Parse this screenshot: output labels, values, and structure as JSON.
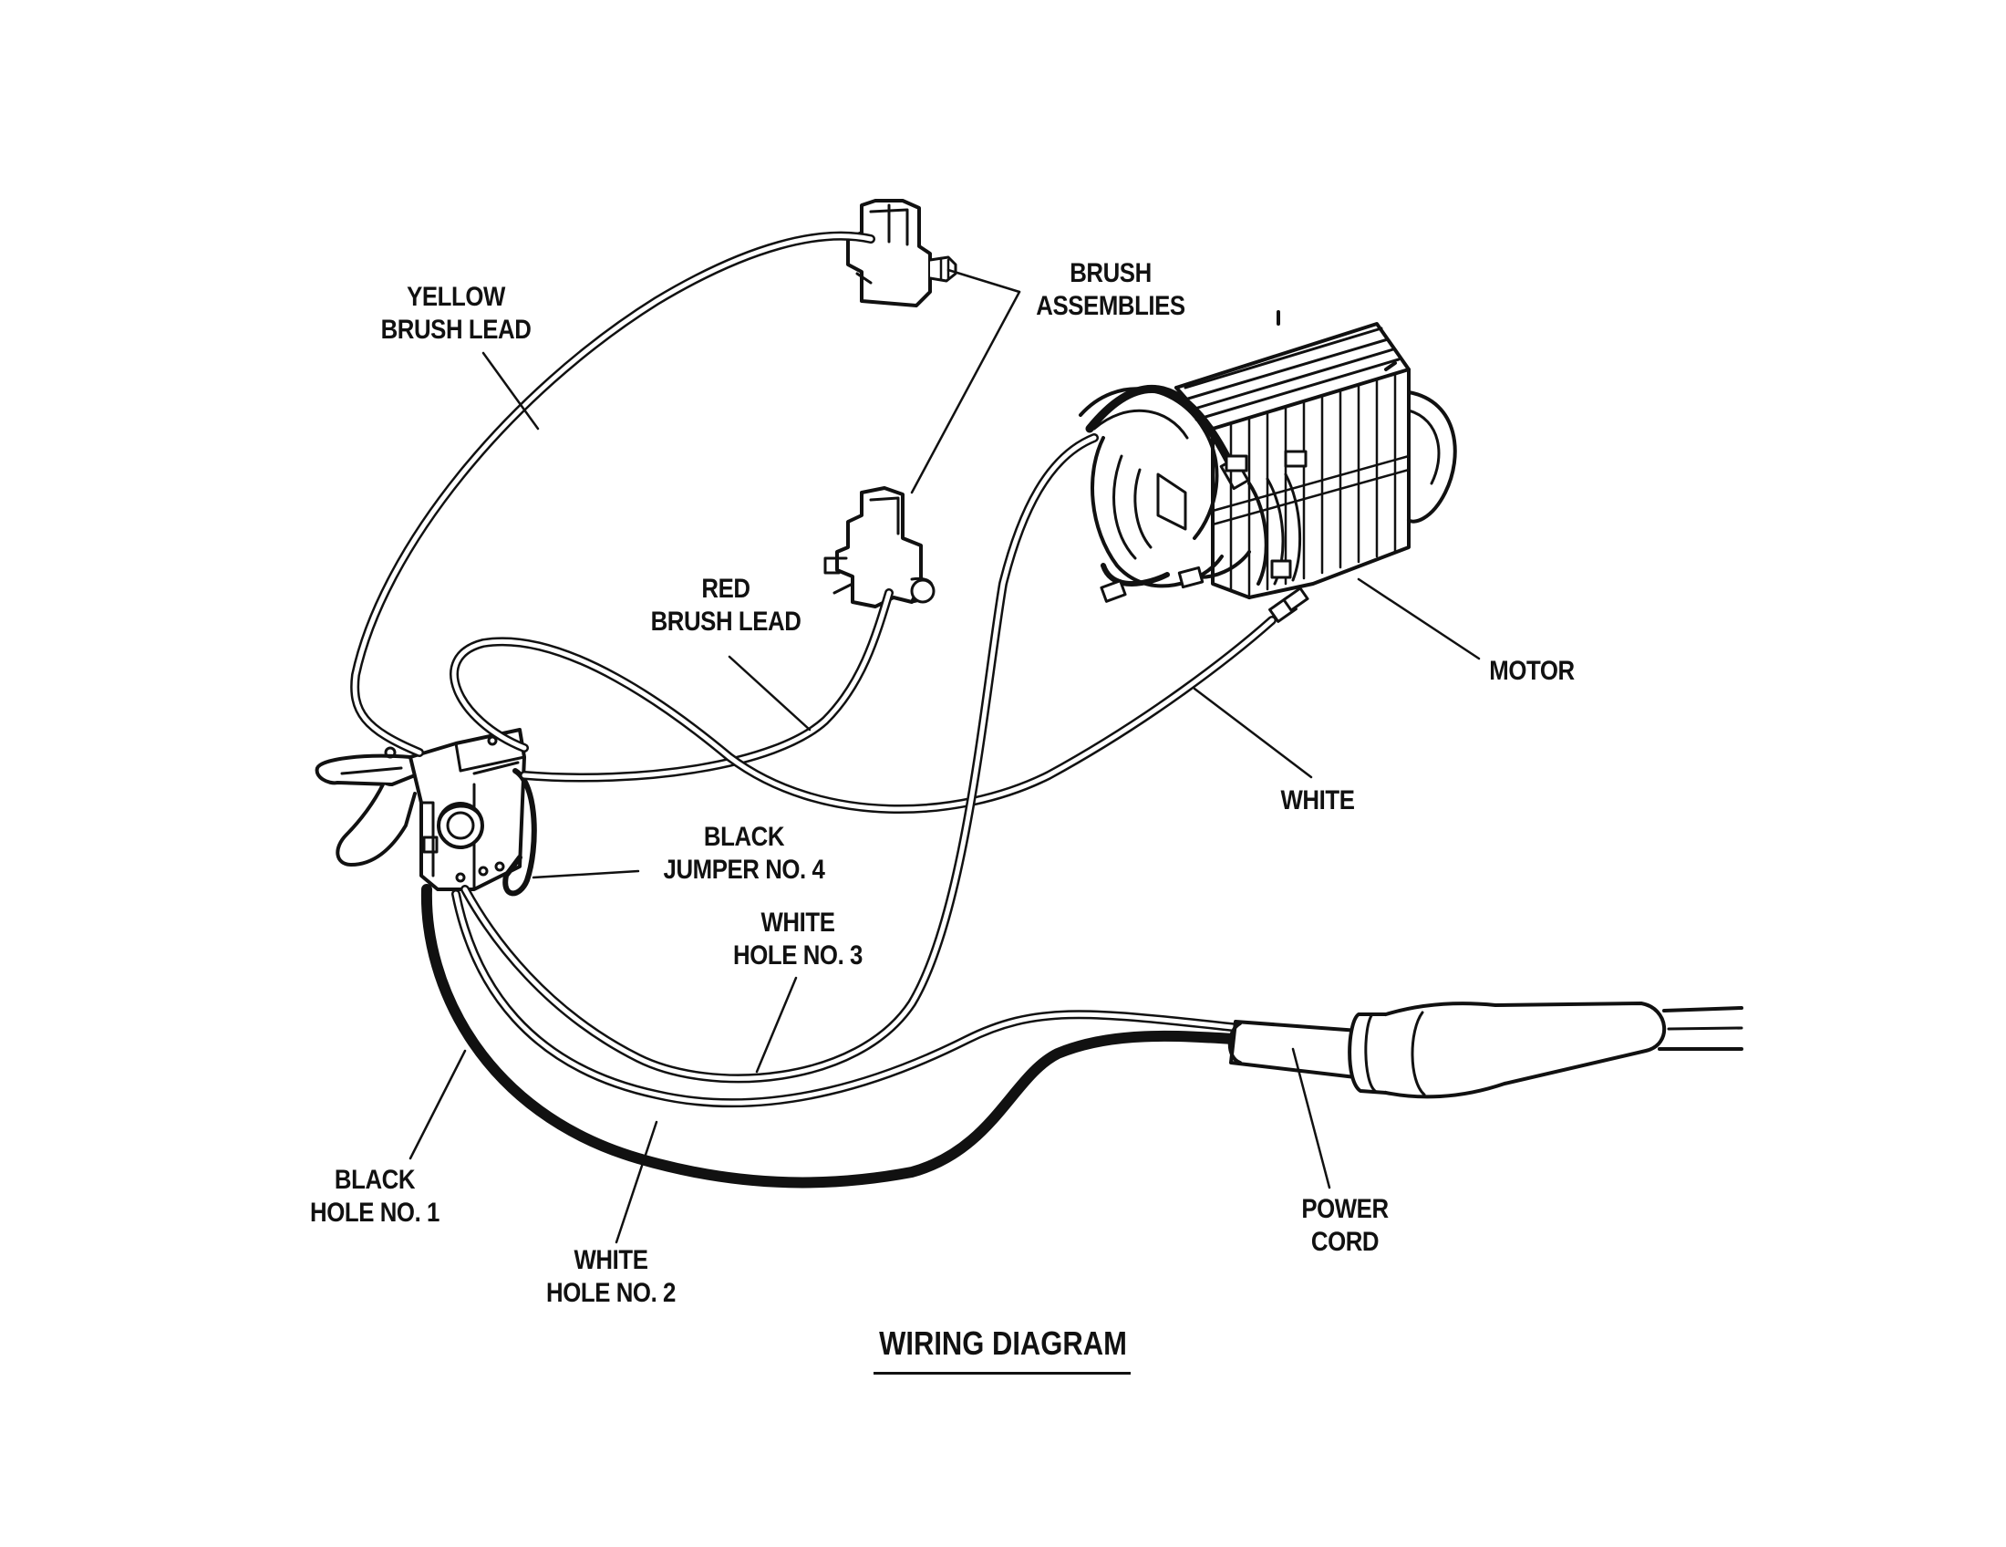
{
  "title": "WIRING DIAGRAM",
  "labels": {
    "yellow_brush_lead": [
      "YELLOW",
      "BRUSH LEAD"
    ],
    "brush_assemblies": [
      "BRUSH",
      "ASSEMBLIES"
    ],
    "red_brush_lead": [
      "RED",
      "BRUSH LEAD"
    ],
    "motor": "MOTOR",
    "white": "WHITE",
    "black_jumper_no_4": [
      "BLACK",
      "JUMPER NO. 4"
    ],
    "white_hole_no_3": [
      "WHITE",
      "HOLE NO. 3"
    ],
    "black_hole_no_1": [
      "BLACK",
      "HOLE NO. 1"
    ],
    "white_hole_no_2": [
      "WHITE",
      "HOLE NO. 2"
    ],
    "power_cord": [
      "POWER",
      "CORD"
    ]
  },
  "colors": {
    "ink": "#111111",
    "background": "#ffffff"
  }
}
